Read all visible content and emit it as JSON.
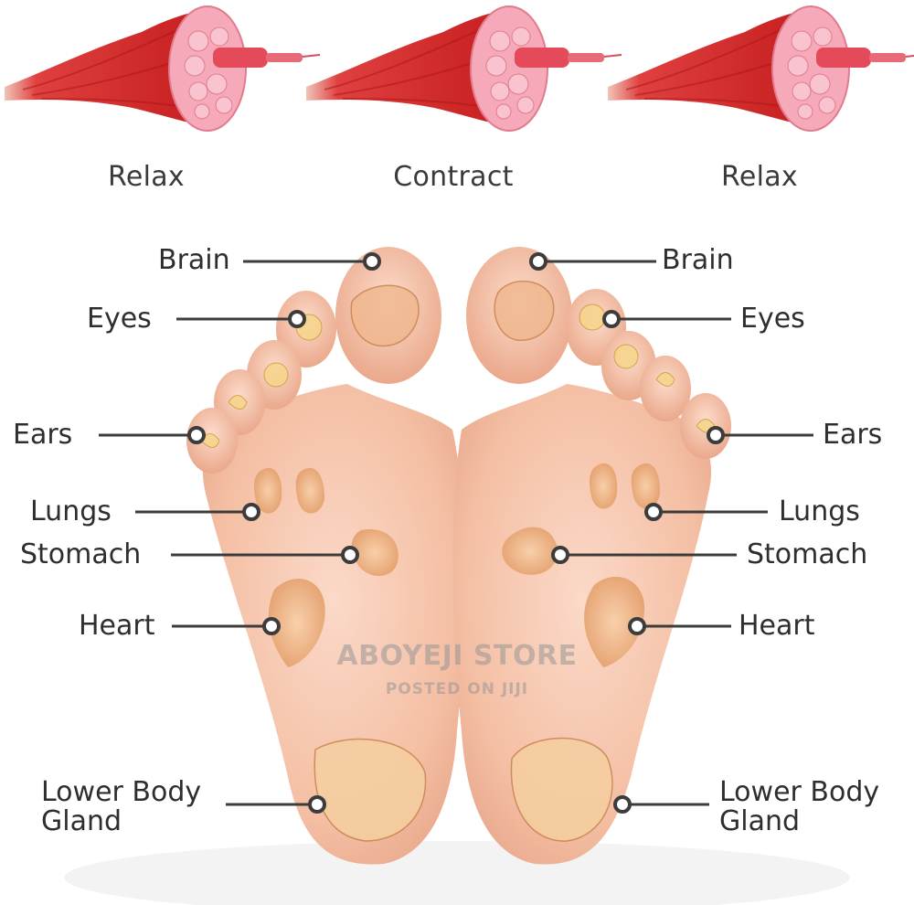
{
  "muscles": {
    "left_label": "Relax",
    "center_label": "Contract",
    "right_label": "Relax",
    "muscle_color": "#d42a2a",
    "fiber_color": "#f4a7b4"
  },
  "left_labels": {
    "brain": "Brain",
    "eyes": "Eyes",
    "ears": "Ears",
    "lungs": "Lungs",
    "stomach": "Stomach",
    "heart": "Heart",
    "lower_line1": "Lower Body",
    "lower_line2": "Gland"
  },
  "right_labels": {
    "brain": "Brain",
    "eyes": "Eyes",
    "ears": "Ears",
    "lungs": "Lungs",
    "stomach": "Stomach",
    "heart": "Heart",
    "lower_line1": "Lower Body",
    "lower_line2": "Gland"
  },
  "watermark": {
    "line1": "ABOYEJI STORE",
    "line2": "POSTED ON JIJI"
  },
  "colors": {
    "skin": "#f3c2aa",
    "organ": "#f0b27a",
    "leader_line": "#3c3c3c"
  }
}
